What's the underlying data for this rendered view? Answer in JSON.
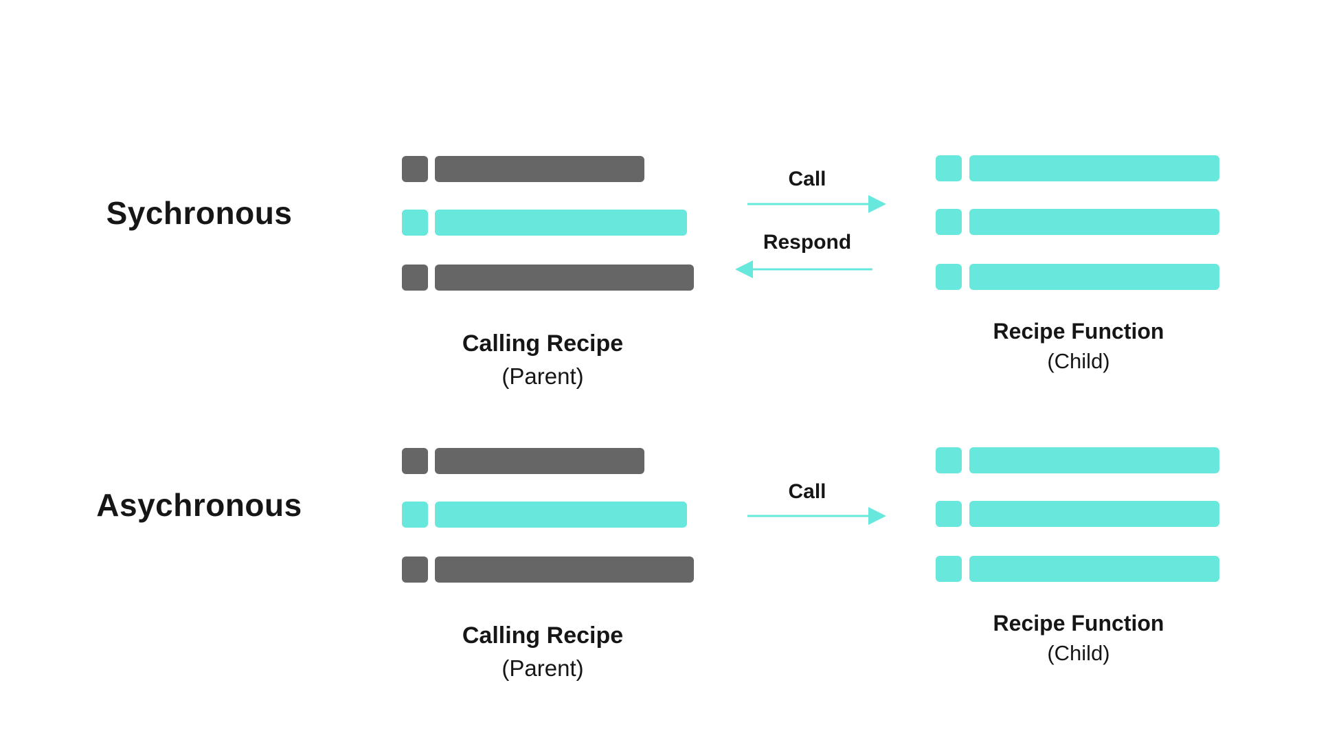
{
  "colors": {
    "gray_step": "#666666",
    "teal_step": "#68e8dc",
    "arrow": "#68e8dc",
    "text": "#161616"
  },
  "sections": [
    {
      "title": "Sychronous",
      "parent": {
        "name": "Calling Recipe",
        "role": "(Parent)",
        "steps": [
          "gray",
          "teal",
          "gray"
        ]
      },
      "child": {
        "name": "Recipe Function",
        "role": "(Child)",
        "steps": [
          "teal",
          "teal",
          "teal"
        ]
      },
      "arrows": [
        {
          "label": "Call",
          "direction": "right"
        },
        {
          "label": "Respond",
          "direction": "left"
        }
      ]
    },
    {
      "title": "Asychronous",
      "parent": {
        "name": "Calling Recipe",
        "role": "(Parent)",
        "steps": [
          "gray",
          "teal",
          "gray"
        ]
      },
      "child": {
        "name": "Recipe Function",
        "role": "(Child)",
        "steps": [
          "teal",
          "teal",
          "teal"
        ]
      },
      "arrows": [
        {
          "label": "Call",
          "direction": "right"
        }
      ]
    }
  ]
}
